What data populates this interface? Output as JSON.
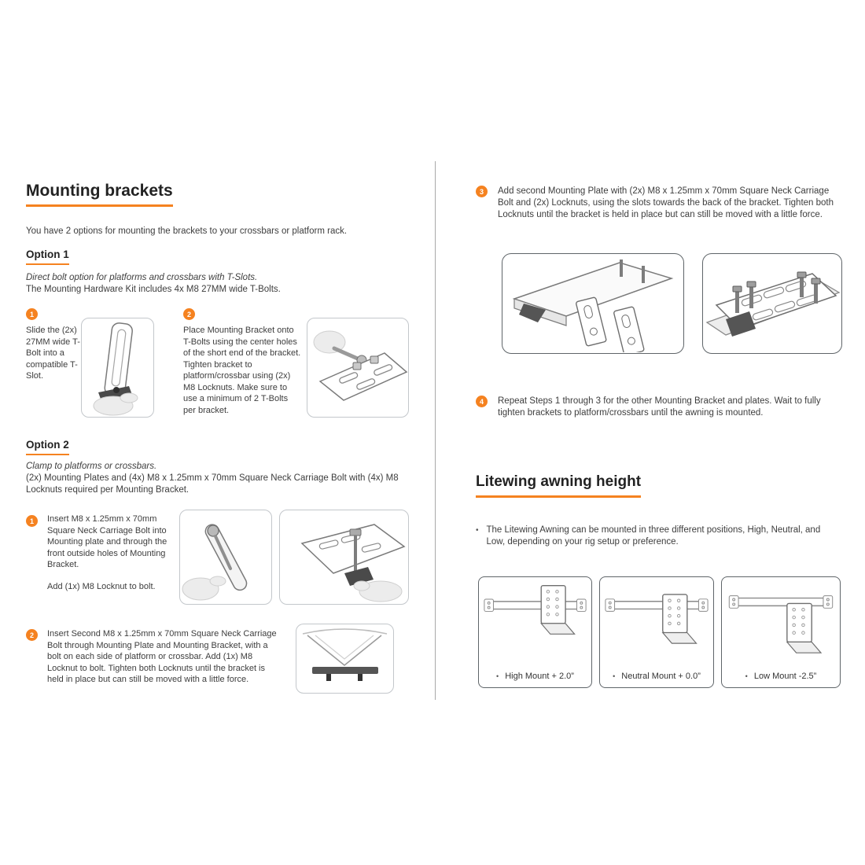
{
  "accent": "#f58220",
  "bullet_glyph": "•",
  "left": {
    "title": "Mounting brackets",
    "intro": "You have 2 options for mounting the brackets to your crossbars or platform rack.",
    "option1": {
      "heading": "Option 1",
      "subtitle_italic": "Direct bolt option for platforms and crossbars with T-Slots.",
      "subtitle_line2": "The Mounting Hardware Kit includes 4x M8 27MM wide T-Bolts.",
      "step1_num": "1",
      "step1_text": "Slide the (2x) 27MM wide T-Bolt into a compatible T-Slot.",
      "step2_num": "2",
      "step2_text": "Place Mounting Bracket onto T-Bolts using the center holes of the short end of the bracket. Tighten bracket to platform/crossbar using (2x) M8 Locknuts. Make sure to use a minimum of 2 T-Bolts per bracket."
    },
    "option2": {
      "heading": "Option 2",
      "subtitle_italic": "Clamp to platforms or crossbars.",
      "subtitle_line2": "(2x) Mounting Plates and (4x) M8 x 1.25mm x 70mm Square Neck Carriage Bolt with (4x)  M8 Locknuts required per Mounting Bracket.",
      "step1_num": "1",
      "step1_text1": "Insert M8 x 1.25mm x 70mm Square Neck Carriage Bolt into Mounting plate and through the front outside holes of Mounting Bracket.",
      "step1_text2": "Add (1x) M8 Locknut to bolt.",
      "step2_num": "2",
      "step2_text": "Insert Second M8 x 1.25mm x 70mm Square Neck Carriage Bolt through Mounting Plate and Mounting Bracket, with a bolt on each side of platform or crossbar. Add (1x) M8 Locknut to bolt. Tighten both Locknuts until the bracket is held in place but can still be moved with a little force."
    }
  },
  "right": {
    "step3_num": "3",
    "step3_text": "Add second Mounting Plate with (2x) M8 x 1.25mm x 70mm Square Neck Carriage Bolt and (2x) Locknuts, using the slots towards the back of the bracket. Tighten both Locknuts until the bracket is held in place but can still be moved with a little force.",
    "step4_num": "4",
    "step4_text": "Repeat Steps 1 through 3 for the other Mounting Bracket and plates. Wait to fully tighten brackets to platform/crossbars until the awning is mounted.",
    "awning": {
      "title": "Litewing awning height",
      "bullet_text": "The Litewing Awning can be mounted in three different positions, High, Neutral, and Low, depending on your rig setup or preference.",
      "mounts": [
        {
          "caption": "High Mount + 2.0”"
        },
        {
          "caption": "Neutral Mount + 0.0”"
        },
        {
          "caption": "Low Mount -2.5”"
        }
      ]
    }
  }
}
